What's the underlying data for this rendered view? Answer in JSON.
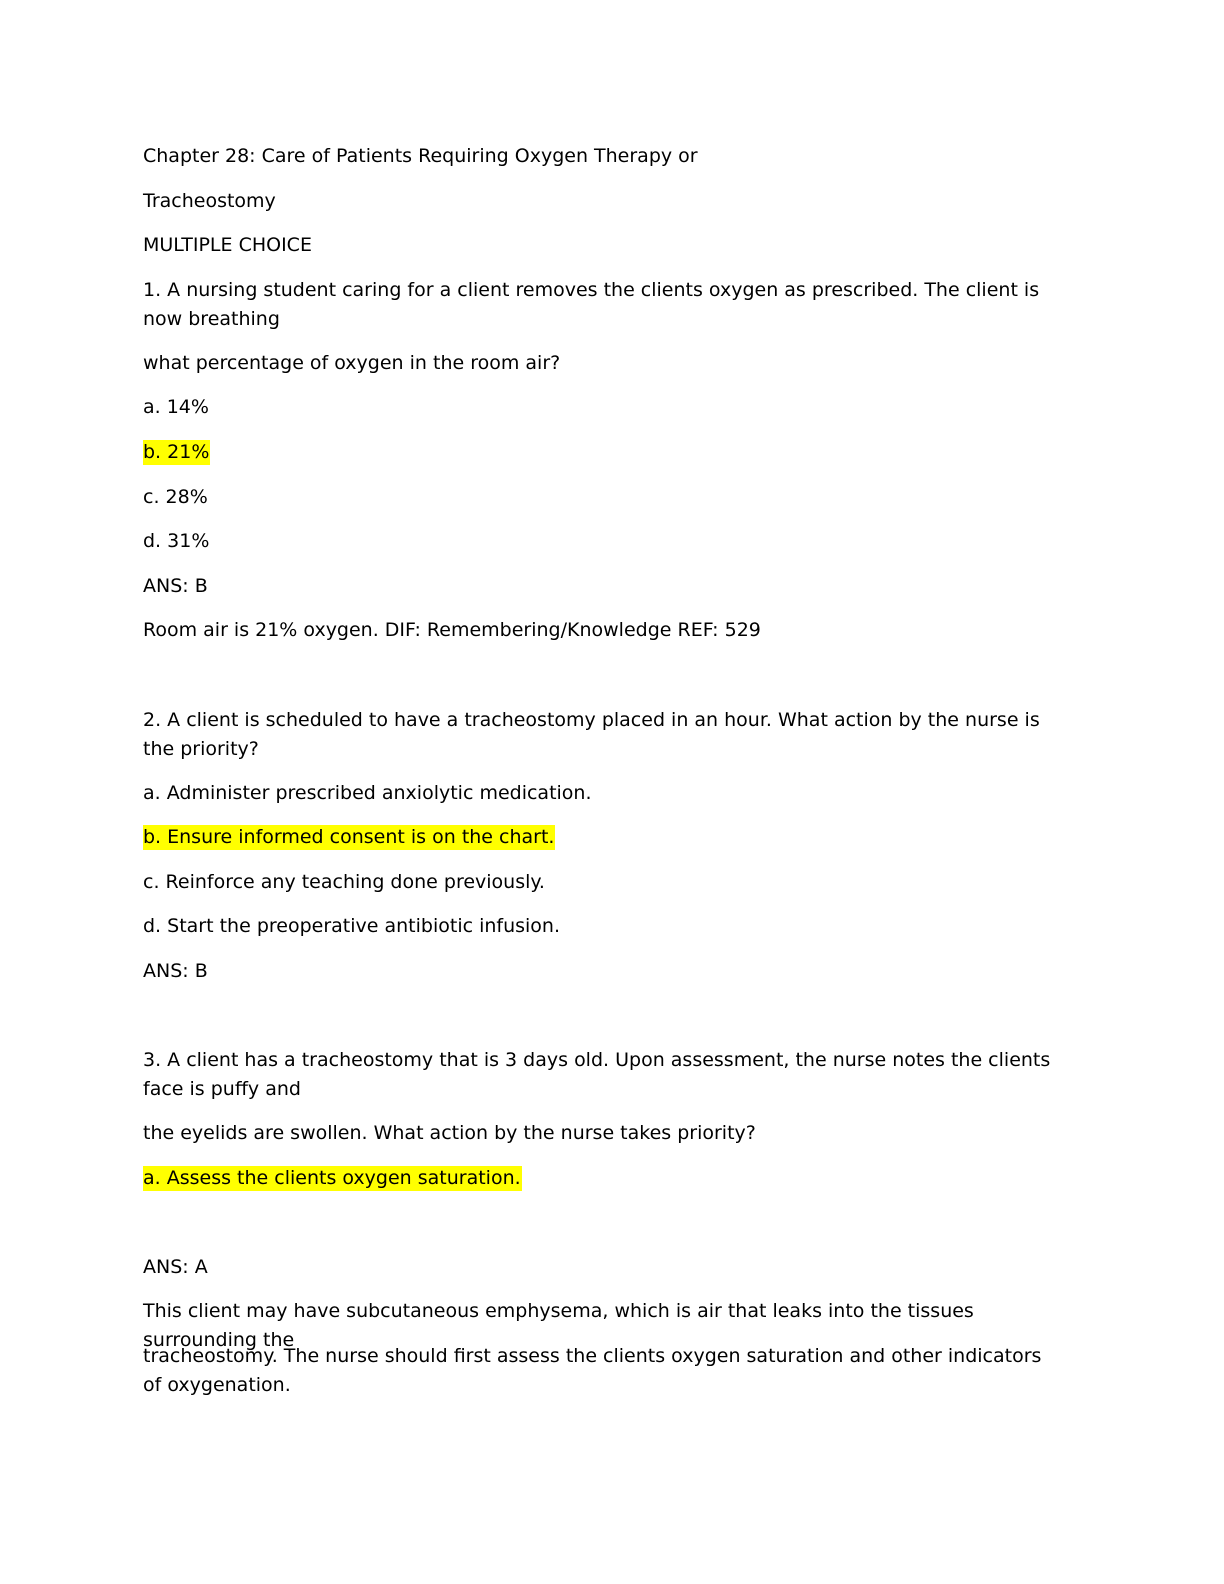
{
  "document": {
    "title_line1": "Chapter 28: Care of Patients Requiring Oxygen Therapy or",
    "title_line2": "Tracheostomy",
    "section": "MULTIPLE CHOICE",
    "highlight_color": "#ffff00",
    "q1": {
      "stem_line1": "1. A nursing student caring for a client removes the clients oxygen as prescribed. The client is now breathing",
      "stem_line2": "what percentage of oxygen in the room air?",
      "option_a": "a. 14%",
      "option_b": "b. 21%",
      "option_c": "c. 28%",
      "option_d": "d. 31%",
      "answer": "ANS: B",
      "rationale": "Room air is 21% oxygen. DIF: Remembering/Knowledge REF: 529"
    },
    "q2": {
      "stem": "2. A client is scheduled to have a tracheostomy placed in an hour. What action by the nurse is the priority?",
      "option_a": "a. Administer prescribed anxiolytic medication.",
      "option_b": "b. Ensure informed consent is on the chart.",
      "option_c": "c. Reinforce any teaching done previously.",
      "option_d": "d. Start the preoperative antibiotic infusion.",
      "answer": "ANS: B"
    },
    "q3": {
      "stem_line1": "3. A client has a tracheostomy that is 3 days old. Upon assessment, the nurse notes the clients face is puffy and",
      "stem_line2": "the eyelids are swollen. What action by the nurse takes priority?",
      "option_a": "a. Assess the clients oxygen saturation.",
      "answer": "ANS: A",
      "rationale_line1": "This client may have subcutaneous emphysema, which is air that leaks into the tissues surrounding the",
      "rationale_line2": "tracheostomy. The nurse should first assess the clients oxygen saturation and other indicators of oxygenation."
    }
  }
}
